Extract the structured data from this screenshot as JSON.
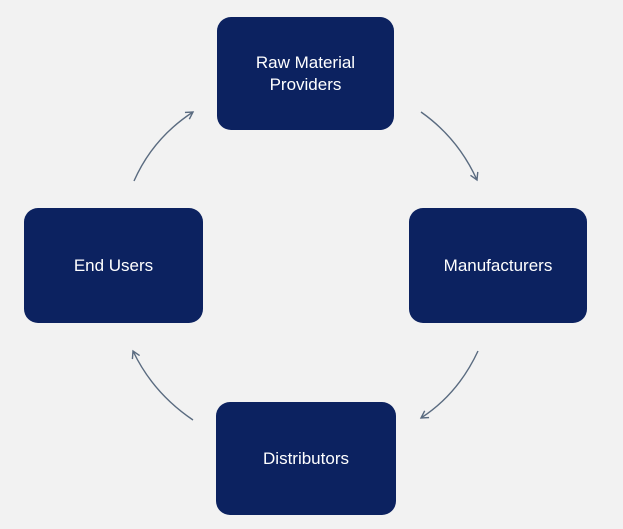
{
  "diagram": {
    "nodes": [
      {
        "id": "raw",
        "label": "Raw Material\nProviders"
      },
      {
        "id": "man",
        "label": "Manufacturers"
      },
      {
        "id": "dist",
        "label": "Distributors"
      },
      {
        "id": "end",
        "label": "End Users"
      }
    ],
    "edges": [
      {
        "from": "raw",
        "to": "man"
      },
      {
        "from": "man",
        "to": "dist"
      },
      {
        "from": "dist",
        "to": "end"
      },
      {
        "from": "end",
        "to": "raw"
      }
    ]
  },
  "colors": {
    "node_fill": "#0c2260",
    "arrow": "#5a6b80",
    "background": "#f2f2f2"
  }
}
